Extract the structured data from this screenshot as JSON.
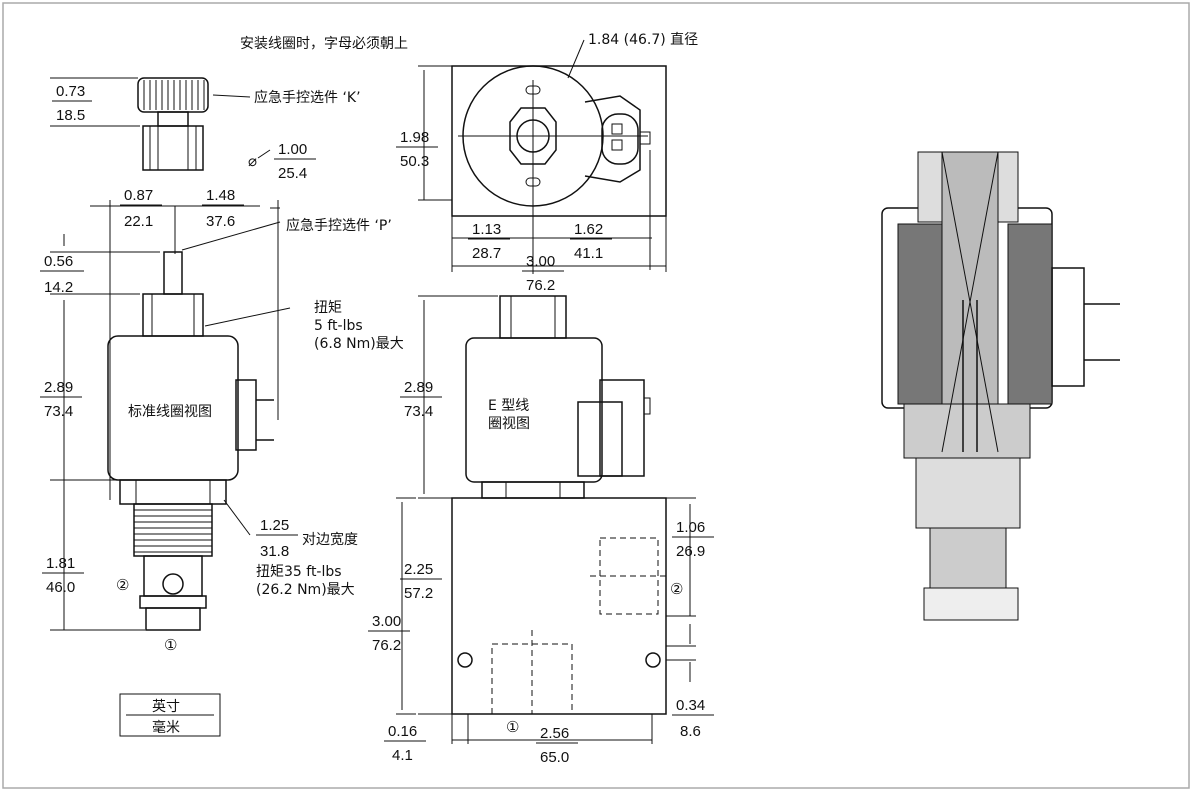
{
  "notes": {
    "mount": "安装线圈时，字母必须朝上",
    "diameter_callout": "1.84 (46.7) 直径",
    "override_k": "应急手控选件 ‘K’",
    "override_p": "应急手控选件 ‘P’",
    "torque_title": "扭矩",
    "torque_ftlbs": "5 ft-lbs",
    "torque_nm": "(6.8 Nm)最大",
    "hex_flats": "对边宽度",
    "torque35": "扭矩35 ft-lbs",
    "torque35_nm": "(26.2 Nm)最大",
    "std_coil": "标准线圈视图",
    "e_coil_1": "E 型线",
    "e_coil_2": "圈视图",
    "diam_symbol": "⌀",
    "circ1": "①",
    "circ2": "②"
  },
  "units": {
    "inch": "英寸",
    "mm": "毫米"
  },
  "dims": {
    "d073": {
      "in": "0.73",
      "mm": "18.5"
    },
    "d100": {
      "in": "1.00",
      "mm": "25.4"
    },
    "d087": {
      "in": "0.87",
      "mm": "22.1"
    },
    "d148": {
      "in": "1.48",
      "mm": "37.6"
    },
    "d056": {
      "in": "0.56",
      "mm": "14.2"
    },
    "d289a": {
      "in": "2.89",
      "mm": "73.4"
    },
    "d181": {
      "in": "1.81",
      "mm": "46.0"
    },
    "d125": {
      "in": "1.25",
      "mm": "31.8"
    },
    "d198": {
      "in": "1.98",
      "mm": "50.3"
    },
    "d113": {
      "in": "1.13",
      "mm": "28.7"
    },
    "d162": {
      "in": "1.62",
      "mm": "41.1"
    },
    "d300w": {
      "in": "3.00",
      "mm": "76.2"
    },
    "d289b": {
      "in": "2.89",
      "mm": "73.4"
    },
    "d225": {
      "in": "2.25",
      "mm": "57.2"
    },
    "d300h": {
      "in": "3.00",
      "mm": "76.2"
    },
    "d106": {
      "in": "1.06",
      "mm": "26.9"
    },
    "d034": {
      "in": "0.34",
      "mm": "8.6"
    },
    "d016": {
      "in": "0.16",
      "mm": "4.1"
    },
    "d256": {
      "in": "2.56",
      "mm": "65.0"
    }
  }
}
